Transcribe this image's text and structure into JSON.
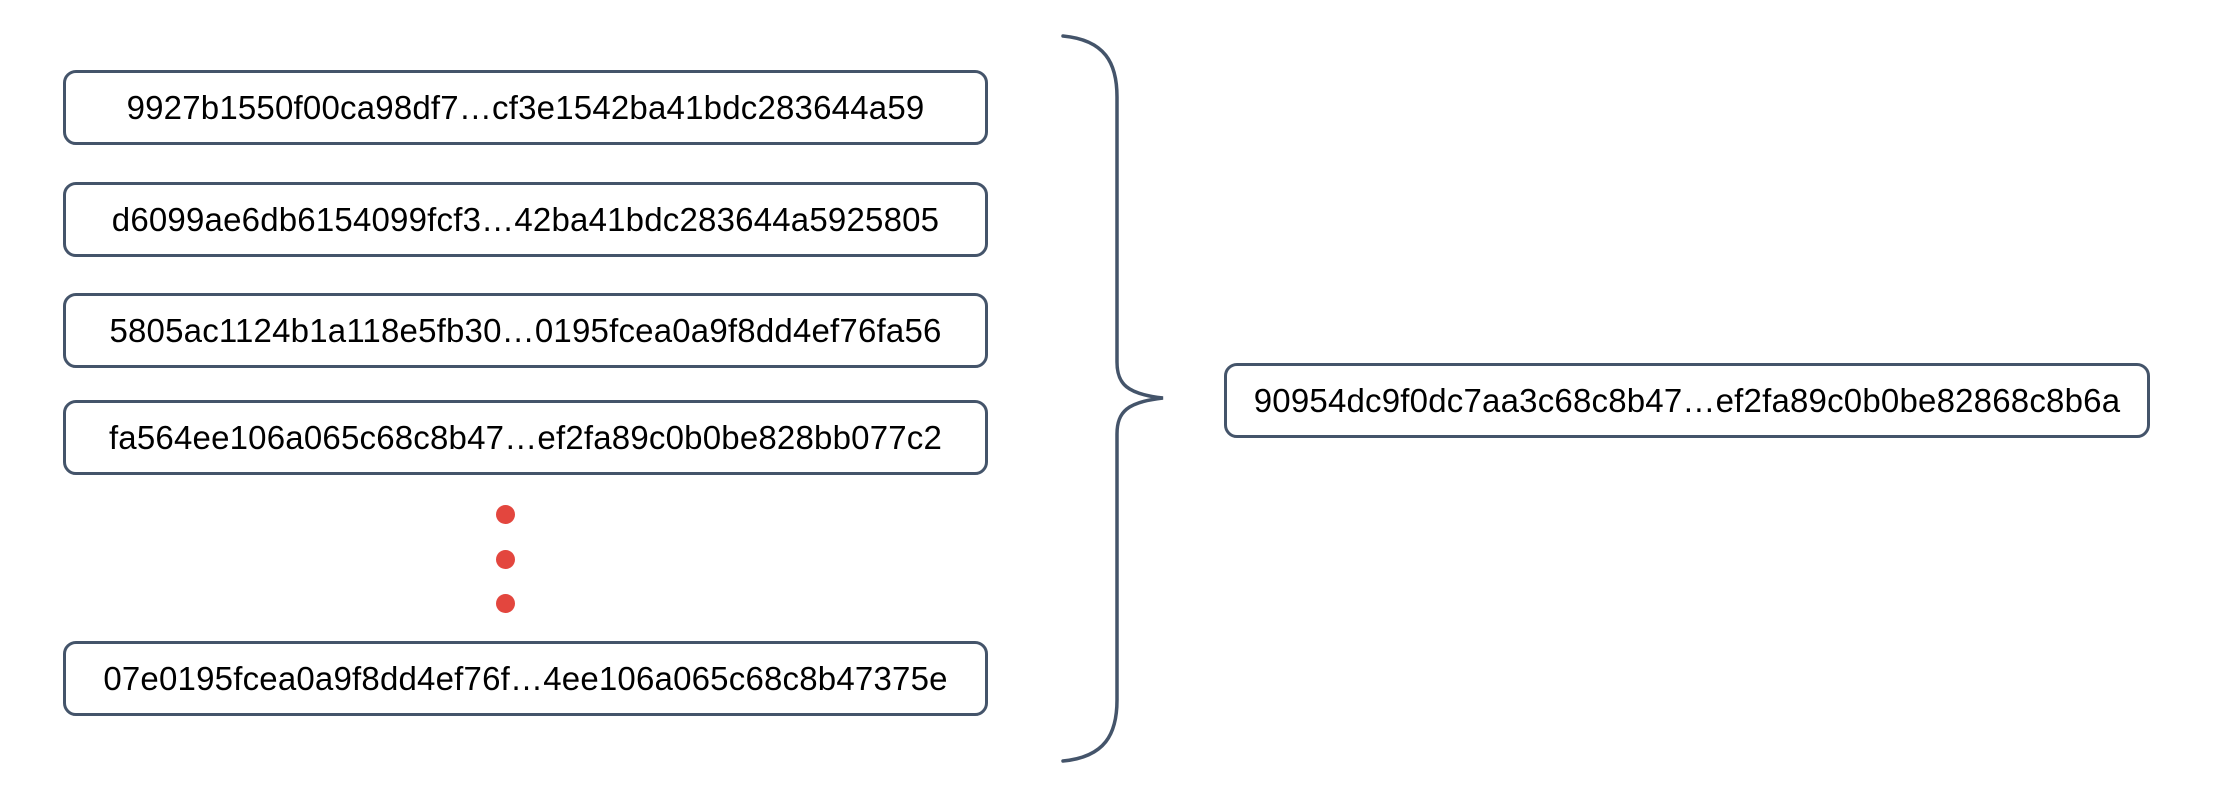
{
  "hashes": {
    "inputs": [
      "9927b1550f00ca98df7…cf3e1542ba41bdc283644a59",
      "d6099ae6db6154099fcf3…42ba41bdc283644a5925805",
      "5805ac1124b1a118e5fb30…0195fcea0a9f8dd4ef76fa56",
      "fa564ee106a065c68c8b47…ef2fa89c0b0be828bb077c2",
      "07e0195fcea0a9f8dd4ef76f…4ee106a065c68c8b47375e"
    ],
    "output": "90954dc9f0dc7aa3c68c8b47…ef2fa89c0b0be82868c8b6a"
  },
  "icons": {
    "ellipsis": "vertical-ellipsis-dots",
    "brace": "right-curly-brace"
  },
  "colors": {
    "box_border": "#44546A",
    "brace_stroke": "#44546A",
    "dot_red": "#E3463E",
    "text": "#000000",
    "background": "#FFFFFF"
  }
}
